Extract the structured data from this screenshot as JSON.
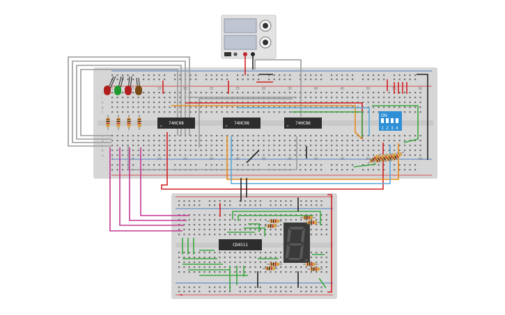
{
  "canvas": {
    "background": "#ffffff",
    "breadboard_color": "#d6d6d6",
    "rail_red": "#d9262c",
    "rail_blue": "#1d5fb4"
  },
  "power_supply": {
    "label": "",
    "display_color": "#bfc6d2",
    "body_color": "#e3e3e3"
  },
  "main_breadboard": {
    "column_numbers": [
      "1",
      "5",
      "10",
      "15",
      "20",
      "25",
      "30",
      "35",
      "40",
      "45",
      "50",
      "55",
      "60"
    ],
    "row_letters_top": [
      "j",
      "i",
      "h",
      "g",
      "f"
    ],
    "row_letters_bottom": [
      "e",
      "d",
      "c",
      "b",
      "a"
    ],
    "chips": [
      {
        "label": "74HC08",
        "color": "#2d2d2d"
      },
      {
        "label": "74HC08",
        "color": "#2d2d2d"
      },
      {
        "label": "74HC86",
        "color": "#2d2d2d"
      }
    ],
    "dip_switch": {
      "on_label": "ON",
      "numbers": [
        "1",
        "2",
        "3",
        "4"
      ],
      "color": "#2e8fd6"
    },
    "leds": [
      {
        "color": "#b01e1e",
        "name": "red"
      },
      {
        "color": "#1e9a2e",
        "name": "green"
      },
      {
        "color": "#b01e1e",
        "name": "red"
      },
      {
        "color": "#7a4a16",
        "name": "brown"
      }
    ]
  },
  "secondary_breadboard": {
    "chip": {
      "label": "CD4511",
      "color": "#2d2d2d"
    },
    "display": {
      "digit": "8",
      "color": "#3a3a3a",
      "segment_color": "#5a5a5a"
    }
  },
  "wire_colors": {
    "gray": "#9a9a9a",
    "red": "#d21f1f",
    "orange": "#e88a1a",
    "green": "#3aa641",
    "blue": "#59a8dc",
    "magenta": "#c2358f",
    "black": "#222222"
  }
}
